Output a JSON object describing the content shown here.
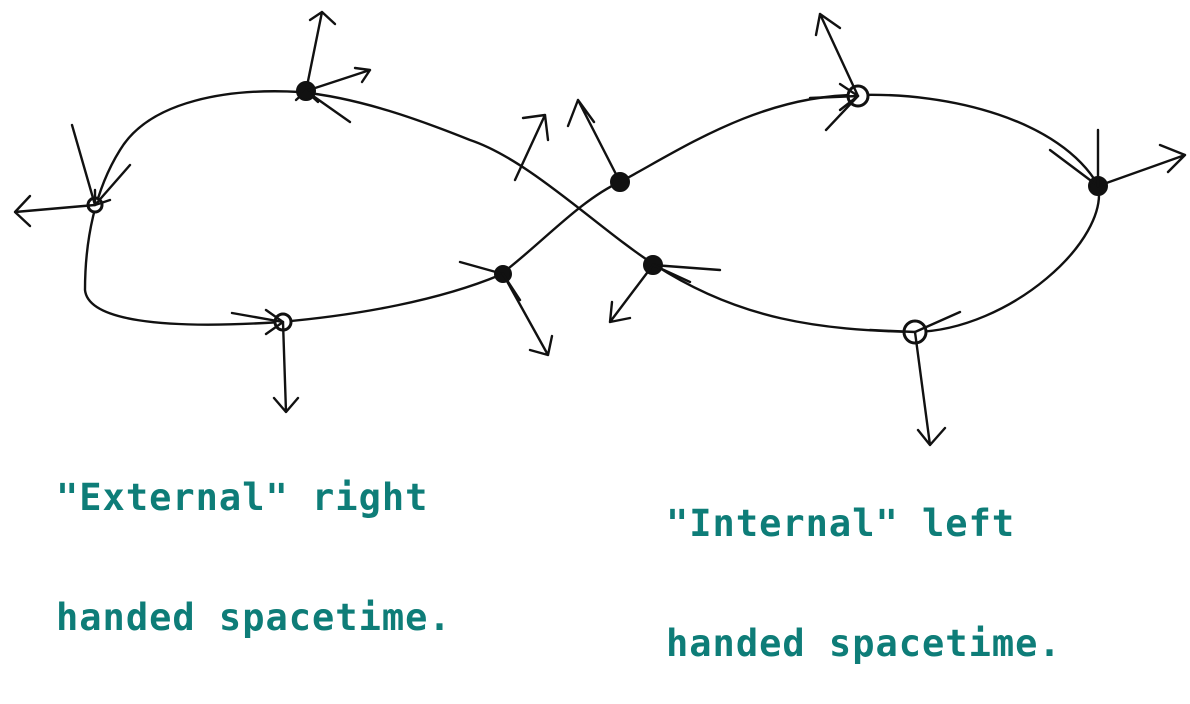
{
  "colors": {
    "ink": "#111111",
    "caption": "#0e7d78",
    "background": "#ffffff"
  },
  "captions": {
    "external_line1": "\"External\" right",
    "external_line2": "handed spacetime.",
    "internal_line1": "\"Internal\" left",
    "internal_line2": "handed spacetime."
  }
}
